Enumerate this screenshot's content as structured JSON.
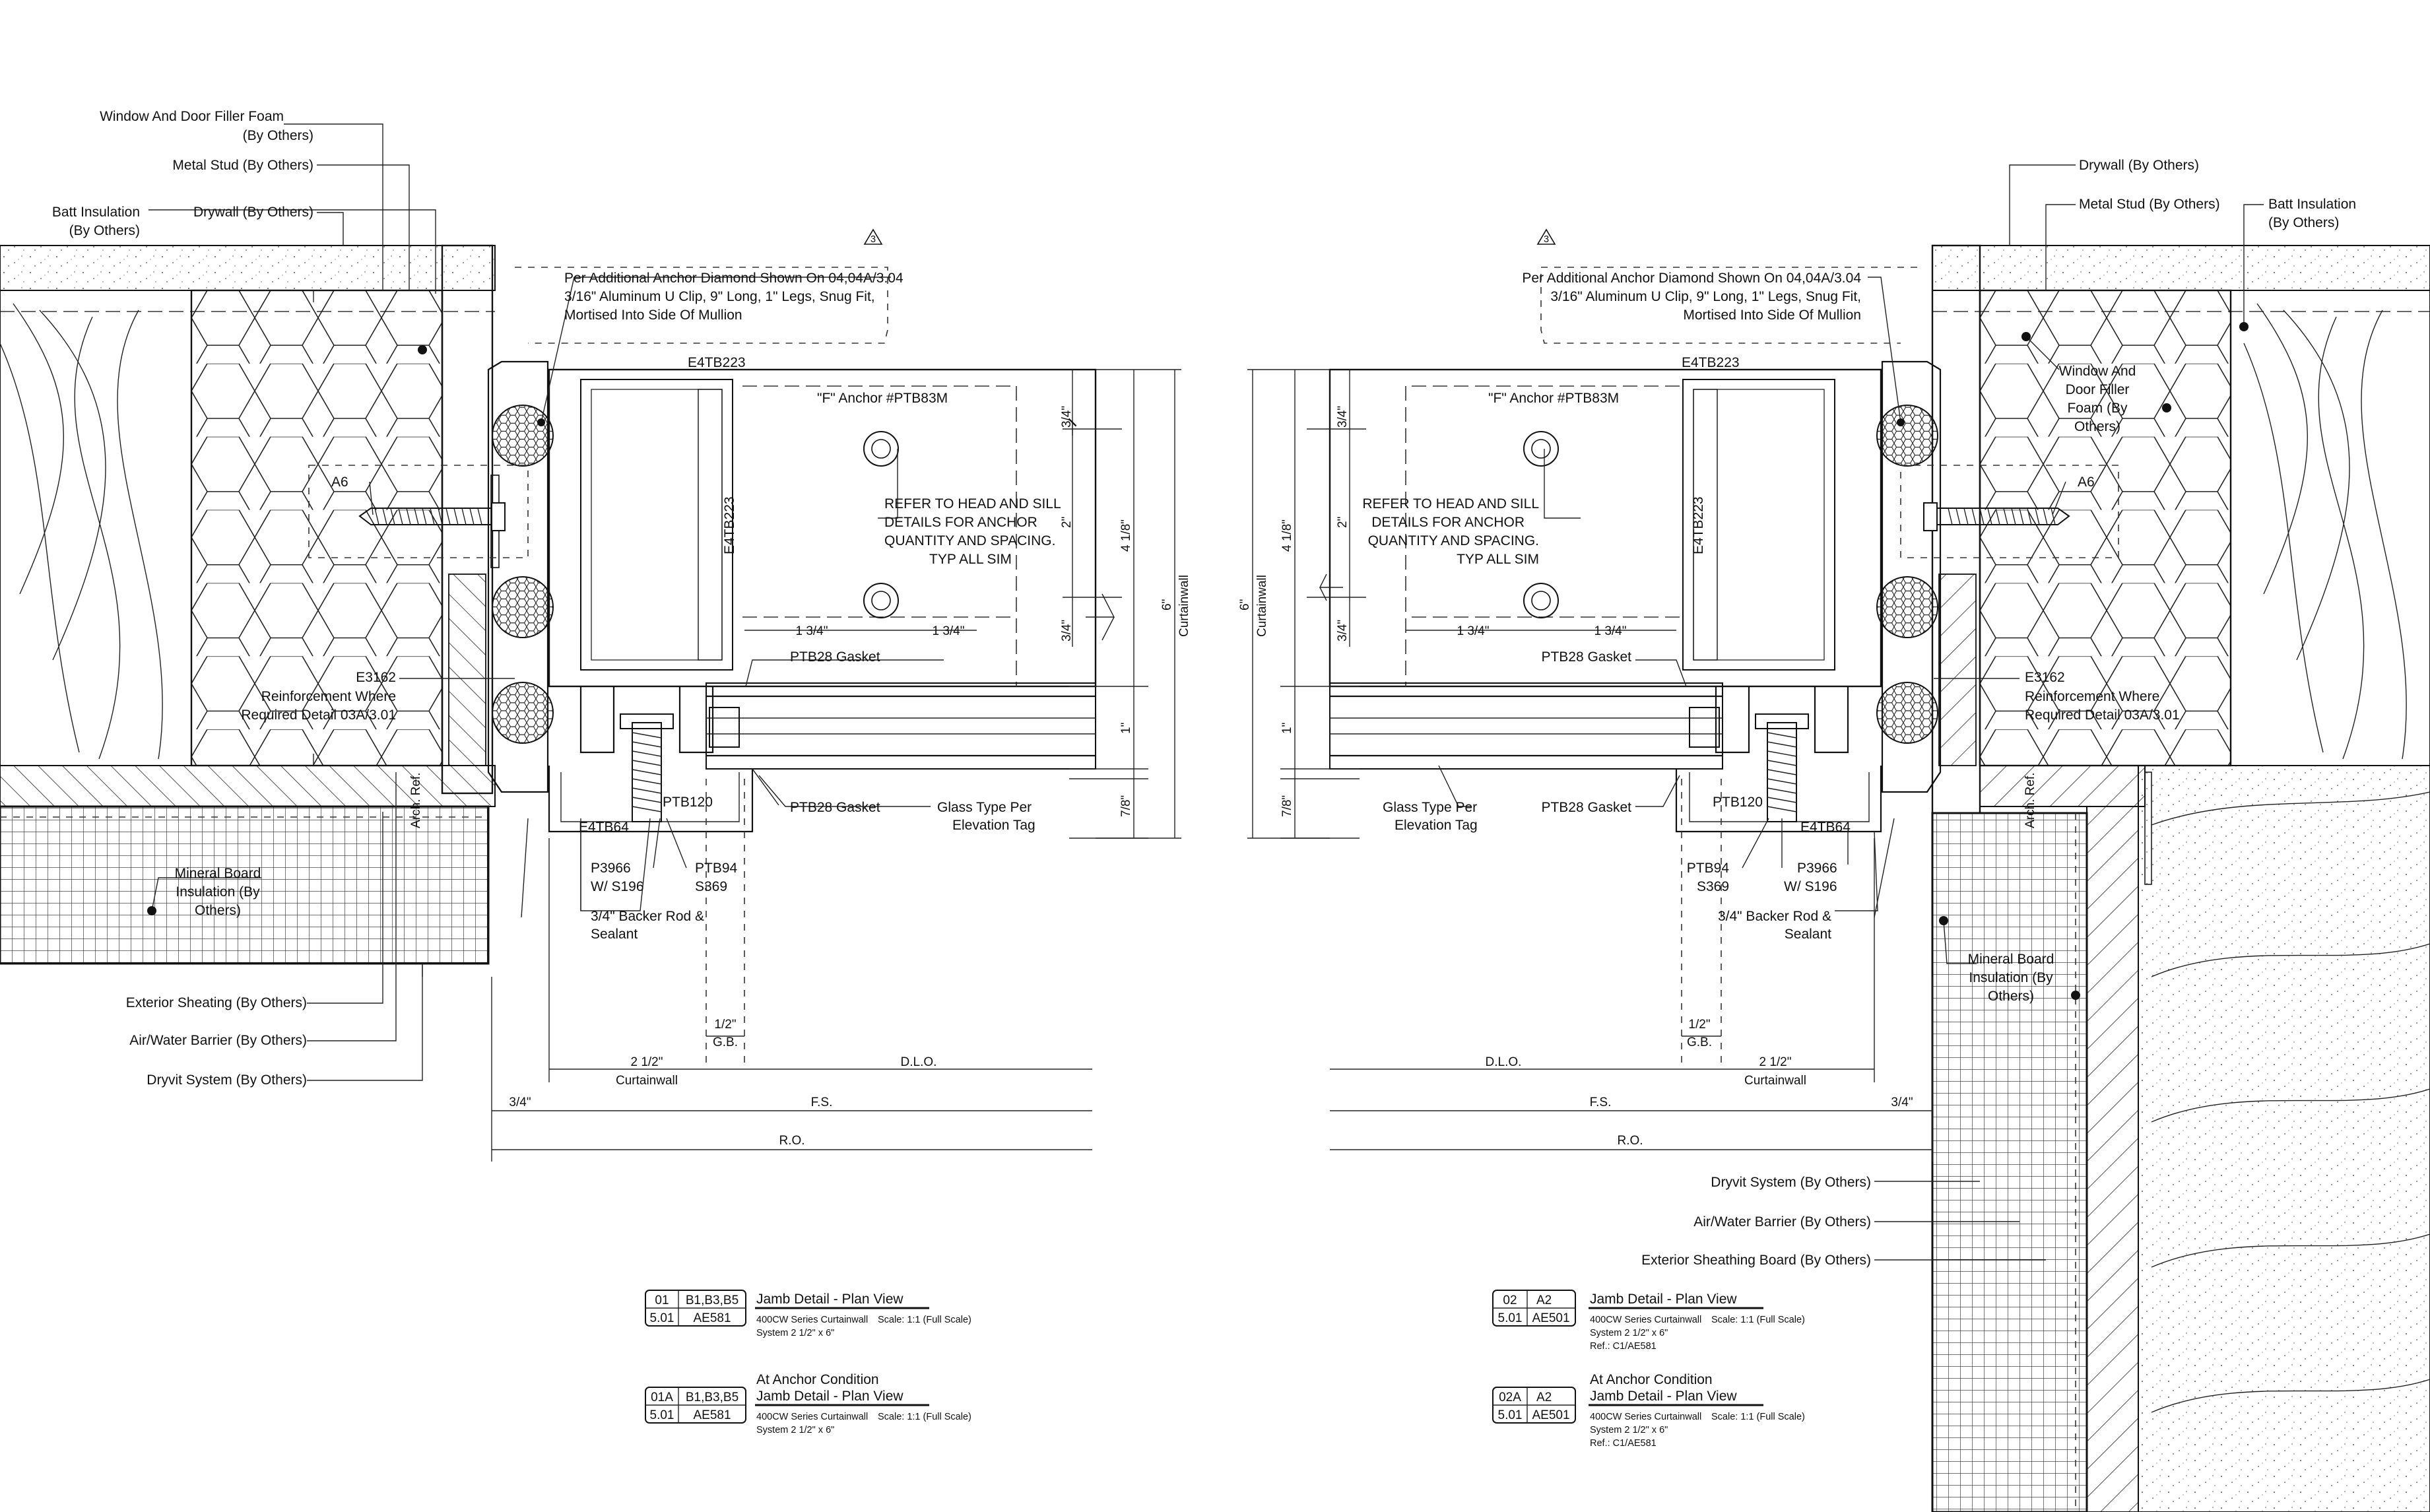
{
  "left_detail": {
    "notes": {
      "filler_foam": [
        "Window And Door Filler Foam",
        "(By Others)"
      ],
      "metal_stud": "Metal Stud (By Others)",
      "batt": [
        "Batt Insulation",
        "(By Others)"
      ],
      "drywall": "Drywall (By Others)",
      "u_clip": [
        "Per Additional Anchor Diamond Shown On 04,04A/3.04",
        "3/16\" Aluminum U Clip, 9\" Long, 1\" Legs, Snug Fit,",
        "Mortised Into Side Of Mullion"
      ],
      "rev": "3",
      "e4tb223_top": "E4TB223",
      "e4tb223_side": "E4TB223",
      "f_anchor": "\"F\" Anchor #PTB83M",
      "refer": [
        "REFER TO HEAD AND SILL",
        "DETAILS FOR ANCHOR",
        "QUANTITY AND SPACING.",
        "TYP ALL SIM"
      ],
      "a6": "A6",
      "e3162": [
        "E3162",
        "Reinforcement Where",
        "Required Detail 03A/3.01"
      ],
      "ptb28_a": "PTB28 Gasket",
      "ptb28_b": "PTB28 Gasket",
      "glass": [
        "Glass Type Per",
        "Elevation Tag"
      ],
      "ptb120": "PTB120",
      "e4tb64": "E4TB64",
      "p3966": [
        "P3966",
        "W/ S196"
      ],
      "ptb94": "PTB94",
      "s369": "S369",
      "backer": [
        "3/4\" Backer Rod &",
        "Sealant"
      ],
      "mineral": [
        "Mineral Board",
        "Insulation (By",
        "Others)"
      ],
      "ext_sheathing": "Exterior Sheating (By Others)",
      "air_water": "Air/Water Barrier (By Others)",
      "dryvit": "Dryvit System (By Others)",
      "arch_ref": "Arch. Ref."
    },
    "dims": {
      "d34a": "3/4\"",
      "d2": "2\"",
      "d34b": "3/4\"",
      "d418": "4 1/8\"",
      "d1": "1\"",
      "d78": "7/8\"",
      "d6": "6\"",
      "curtainwall_v": "Curtainwall",
      "d134a": "1 3/4\"",
      "d134b": "1 3/4\"",
      "d12": "1/2\"",
      "gb": "G.B.",
      "d212": "2 1/2\"",
      "curtainwall_h": "Curtainwall",
      "dlo": "D.L.O.",
      "d34c": "3/4\"",
      "fs": "F.S.",
      "ro": "R.O."
    }
  },
  "right_detail": {
    "notes": {
      "drywall": "Drywall (By Others)",
      "metal_stud": "Metal Stud (By Others)",
      "batt": [
        "Batt Insulation",
        "(By Others)"
      ],
      "u_clip": [
        "Per Additional Anchor Diamond Shown On 04,04A/3.04",
        "3/16\" Aluminum U Clip, 9\" Long, 1\" Legs, Snug Fit,",
        "Mortised Into Side Of Mullion"
      ],
      "rev": "3",
      "e4tb223_top": "E4TB223",
      "e4tb223_side": "E4TB223",
      "f_anchor": "\"F\" Anchor #PTB83M",
      "refer": [
        "REFER TO HEAD AND SILL",
        "DETAILS FOR ANCHOR",
        "QUANTITY AND SPACING.",
        "TYP ALL SIM"
      ],
      "filler_foam": [
        "Window And",
        "Door Filler",
        "Foam (By",
        "Others)"
      ],
      "a6": "A6",
      "e3162": [
        "E3162",
        "Reinforcement Where",
        "Required Detail 03A/3.01"
      ],
      "ptb28_a": "PTB28 Gasket",
      "ptb28_b": "PTB28 Gasket",
      "glass": [
        "Glass Type Per",
        "Elevation Tag"
      ],
      "ptb120": "PTB120",
      "e4tb64": "E4TB64",
      "ptb94": "PTB94",
      "s369": "S369",
      "p3966": [
        "P3966",
        "W/ S196"
      ],
      "backer": [
        "3/4\" Backer Rod &",
        "Sealant"
      ],
      "mineral": [
        "Mineral Board",
        "Insulation (By",
        "Others)"
      ],
      "dryvit": "Dryvit System (By Others)",
      "air_water": "Air/Water Barrier (By Others)",
      "ext_sheathing": "Exterior Sheathing Board (By Others)",
      "arch_ref": "Arch. Ref."
    },
    "dims": {
      "d34a": "3/4\"",
      "d2": "2\"",
      "d34b": "3/4\"",
      "d418": "4 1/8\"",
      "d1": "1\"",
      "d78": "7/8\"",
      "d6": "6\"",
      "curtainwall_v": "Curtainwall",
      "d134a": "1 3/4\"",
      "d134b": "1 3/4\"",
      "d12": "1/2\"",
      "gb": "G.B.",
      "d212": "2 1/2\"",
      "curtainwall_h": "Curtainwall",
      "dlo": "D.L.O.",
      "d34c": "3/4\"",
      "fs": "F.S.",
      "ro": "R.O."
    }
  },
  "title_blocks": [
    {
      "num": "01",
      "ref": "B1,B3,B5",
      "sheet": "5.01",
      "sheet_ref": "AE581",
      "pre": "",
      "title": "Jamb Detail - Plan View",
      "line1": "400CW Series Curtainwall",
      "scale": "Scale: 1:1 (Full Scale)",
      "line2": "System 2 1/2\" x 6\"",
      "line3": ""
    },
    {
      "num": "01A",
      "ref": "B1,B3,B5",
      "sheet": "5.01",
      "sheet_ref": "AE581",
      "pre": "At Anchor Condition",
      "title": "Jamb Detail - Plan View",
      "line1": "400CW Series Curtainwall",
      "scale": "Scale: 1:1 (Full Scale)",
      "line2": "System 2 1/2\" x 6\"",
      "line3": ""
    },
    {
      "num": "02",
      "ref": "A2",
      "sheet": "5.01",
      "sheet_ref": "AE501",
      "pre": "",
      "title": "Jamb Detail - Plan View",
      "line1": "400CW Series Curtainwall",
      "scale": "Scale: 1:1 (Full Scale)",
      "line2": "System 2 1/2\" x 6\"",
      "line3": "Ref.: C1/AE581"
    },
    {
      "num": "02A",
      "ref": "A2",
      "sheet": "5.01",
      "sheet_ref": "AE501",
      "pre": "At Anchor Condition",
      "title": "Jamb Detail - Plan View",
      "line1": "400CW Series Curtainwall",
      "scale": "Scale: 1:1 (Full Scale)",
      "line2": "System 2 1/2\" x 6\"",
      "line3": "Ref.: C1/AE581"
    }
  ]
}
